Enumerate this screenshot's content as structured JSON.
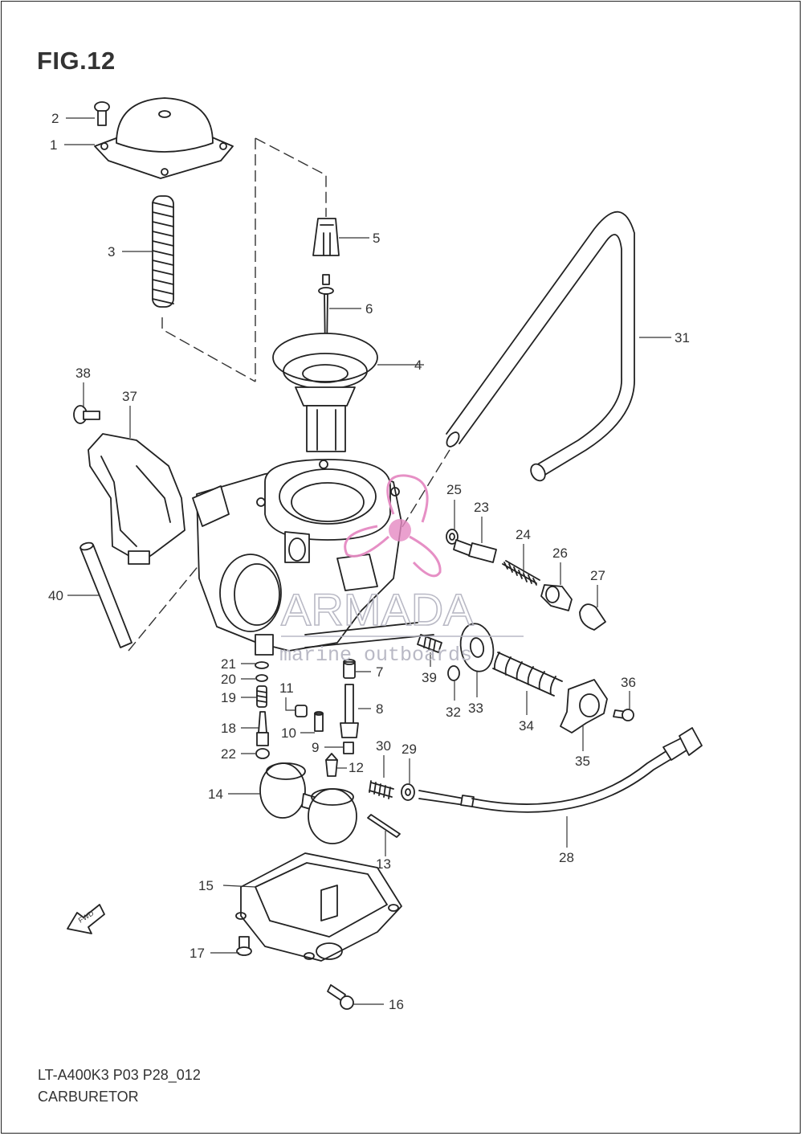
{
  "figure": {
    "title": "FIG.12",
    "code": "LT-A400K3 P03 P28_012",
    "name": "CARBURETOR"
  },
  "watermark": {
    "brand": "ARMADA",
    "tagline": "marine outboards",
    "logo_color": "#e58ac2",
    "text_color": "#b6b6c2"
  },
  "direction_marker": "FWD",
  "callouts": [
    "1",
    "2",
    "3",
    "4",
    "5",
    "6",
    "7",
    "8",
    "9",
    "10",
    "11",
    "12",
    "13",
    "14",
    "15",
    "16",
    "17",
    "18",
    "19",
    "20",
    "21",
    "22",
    "23",
    "24",
    "25",
    "26",
    "27",
    "28",
    "29",
    "30",
    "31",
    "32",
    "33",
    "34",
    "35",
    "36",
    "37",
    "38",
    "39",
    "40"
  ]
}
